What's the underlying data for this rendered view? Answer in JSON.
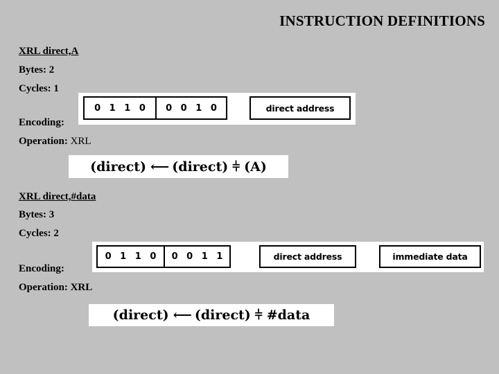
{
  "slide": {
    "title": "INSTRUCTION DEFINITIONS",
    "background_color": "#c0c0c0",
    "text_color": "#000000"
  },
  "instructions": [
    {
      "heading": "XRL direct,A",
      "bytes_label": "Bytes: 2",
      "cycles_label": "Cycles: 1",
      "encoding_label": "Encoding:",
      "operation_label": "Operation:",
      "operation_value": "XRL",
      "encoding": {
        "opcode_high": "0 1 1 0",
        "opcode_low": "0 0 1 0",
        "operands": [
          "direct address"
        ]
      },
      "formula": {
        "dest": "(direct)",
        "arrow": "⟵",
        "left_operand": "(direct)",
        "operator": "⫩",
        "right_operand": "(A)"
      }
    },
    {
      "heading": "XRL direct,#data",
      "bytes_label": "Bytes: 3",
      "cycles_label": "Cycles: 2",
      "encoding_label": "Encoding:",
      "operation_label": "Operation:",
      "operation_value": "XRL",
      "encoding": {
        "opcode_high": "0 1 1 0",
        "opcode_low": "0 0 1 1",
        "operands": [
          "direct address",
          "immediate data"
        ]
      },
      "formula": {
        "dest": "(direct)",
        "arrow": "⟵",
        "left_operand": "(direct)",
        "operator": "⫩",
        "right_operand": "#data"
      }
    }
  ]
}
